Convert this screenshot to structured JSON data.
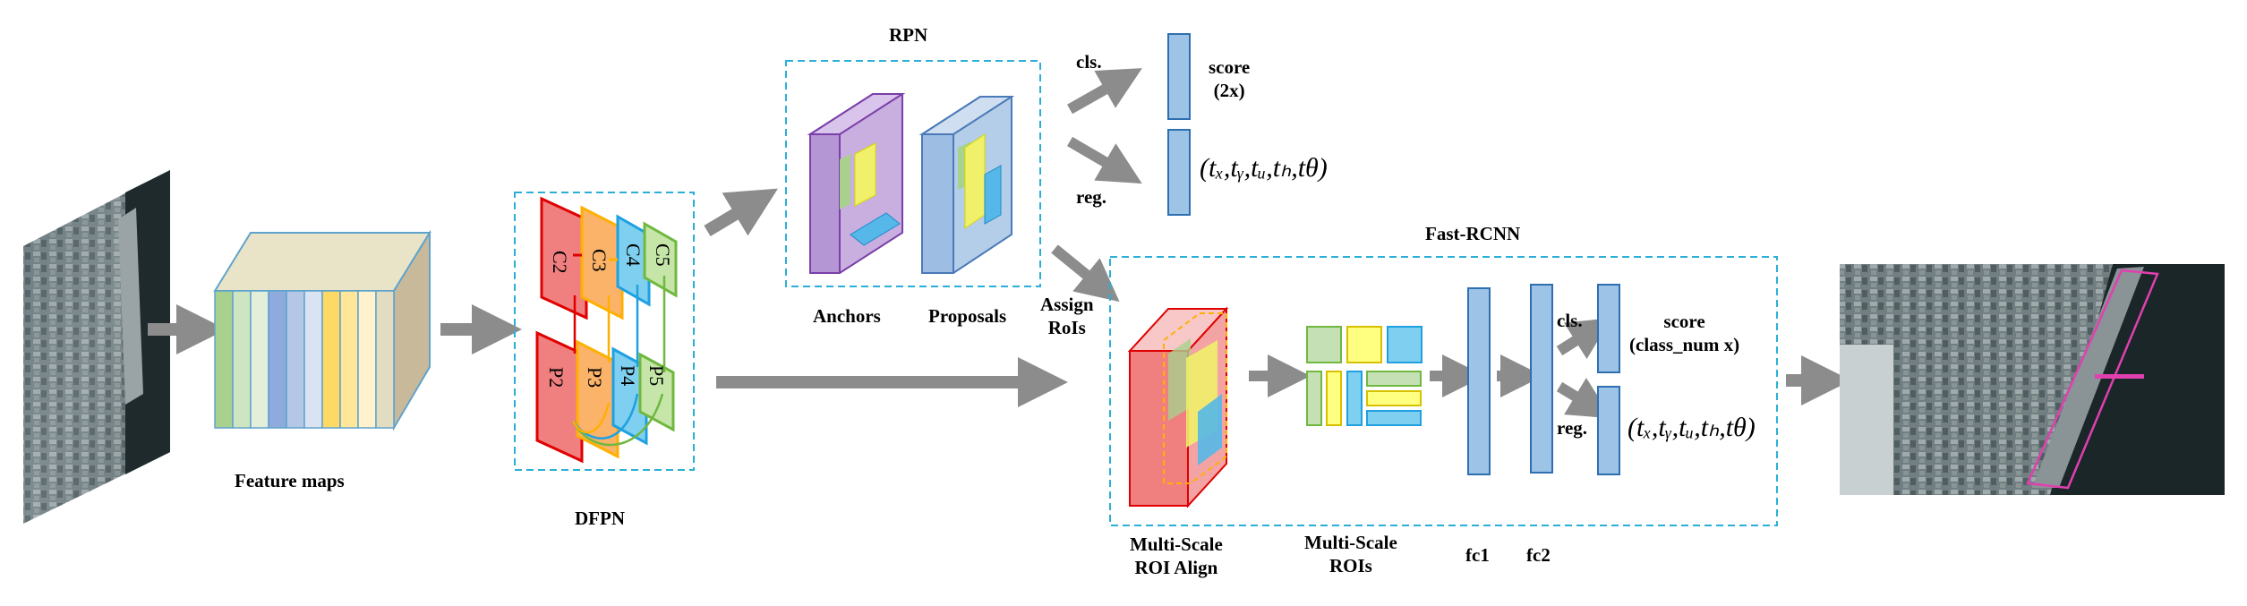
{
  "labels": {
    "feature_maps": "Feature maps",
    "dfpn": "DFPN",
    "rpn": "RPN",
    "anchors": "Anchors",
    "proposals": "Proposals",
    "assign_rois": "Assign\nRoIs",
    "fast_rcnn": "Fast-RCNN",
    "rpn_cls": "cls.",
    "rpn_reg": "reg.",
    "rpn_score": "score\n(2x)",
    "rpn_reg_params": "(tₓ,tᵧ,tᵤ,tₕ,tθ)",
    "frcnn_cls": "cls.",
    "frcnn_reg": "reg.",
    "frcnn_score": "score\n(class_num x)",
    "frcnn_reg_params": "(tₓ,tᵧ,tᵤ,tₕ,tθ)",
    "roi_align": "Multi-Scale\nROI Align",
    "ms_rois": "Multi-Scale\nROIs",
    "fc1": "fc1",
    "fc2": "fc2"
  },
  "dfpn_levels": {
    "c": [
      "C2",
      "C3",
      "C4",
      "C5"
    ],
    "p": [
      "P2",
      "P3",
      "P4",
      "P5"
    ]
  },
  "colors": {
    "red": "#f07f7f",
    "orange": "#fbb36a",
    "blue": "#55b8e8",
    "green": "#a9d18e",
    "dash": "#2ab0d8",
    "arrow": "#8c8c8c",
    "fc_blue": "#9dc3e6",
    "purple": "#c9aee0",
    "proposal_blue": "#b4cde8",
    "yellow": "#f0f06a"
  }
}
